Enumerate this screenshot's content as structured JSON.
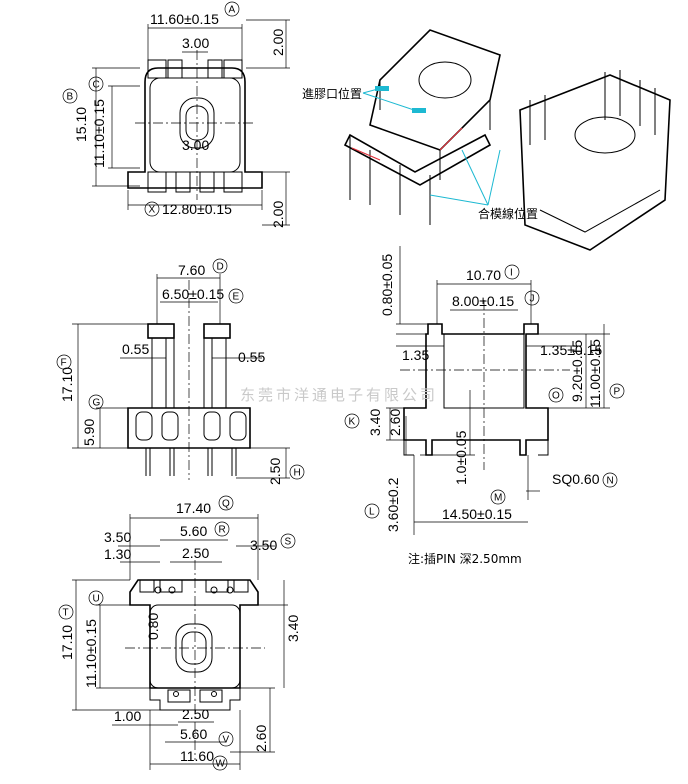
{
  "view_top": {
    "dim_width": "11.60±0.15",
    "dim_slot_top": "3.00",
    "dim_slot_mid": "3.00",
    "dim_height": "15.10",
    "dim_inner": "11.10±0.15",
    "dim_flange_top": "2.00",
    "dim_flange_bottom": "2.00",
    "dim_base": "12.80±0.15",
    "callouts": [
      "A",
      "B",
      "C",
      "X"
    ]
  },
  "iso": {
    "label_gate": "進膠口位置",
    "label_parting": "合模線位置"
  },
  "view_front": {
    "dim_top_width": "7.60",
    "dim_top_inner": "6.50±0.15",
    "dim_gap_left": "0.55",
    "dim_gap_right": "0.55",
    "dim_height": "17.10",
    "dim_base": "5.90",
    "dim_pin": "2.50",
    "callouts": [
      "D",
      "E",
      "F",
      "G",
      "H"
    ]
  },
  "view_side": {
    "dim_flange": "0.80±0.05",
    "dim_width": "10.70",
    "dim_inner": "8.00±0.15",
    "dim_step_left": "1.35",
    "dim_step_right": "1.35±0.15",
    "dim_core": "9.20±0.15",
    "dim_total": "11.00±0.15",
    "dim_base": "3.40",
    "dim_foot": "2.60",
    "dim_pin_len": "1.0±0.05",
    "dim_pin_sq": "SQ0.60",
    "dim_pin_span": "14.50±0.15",
    "dim_pin_height": "3.60±0.2",
    "callouts": [
      "I",
      "J",
      "K",
      "L",
      "M",
      "N",
      "O",
      "P"
    ],
    "note": "注:插PIN 深2.50mm"
  },
  "view_bottom": {
    "dim_total": "17.40",
    "dim_a": "5.60",
    "dim_b": "3.50",
    "dim_c": "3.50",
    "dim_d": "1.30",
    "dim_e": "2.50",
    "dim_height": "17.10",
    "dim_inner": "11.10±0.15",
    "dim_slot": "0.80",
    "dim_right": "3.40",
    "dim_bottom_gap": "1.00",
    "dim_bottom_e": "2.50",
    "dim_bottom_a": "5.60",
    "dim_bottom_w": "11.60",
    "dim_foot": "2.60",
    "callouts": [
      "Q",
      "R",
      "S",
      "T",
      "U",
      "V",
      "W"
    ]
  },
  "watermark": "东莞市洋通电子有限公司"
}
